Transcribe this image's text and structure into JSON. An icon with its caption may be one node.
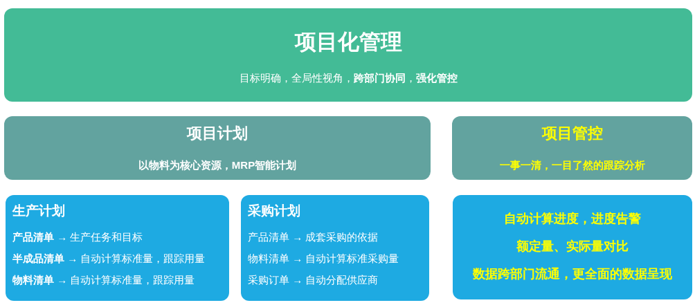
{
  "diagram": {
    "nodes": [
      {
        "text": [
          "项目化管理",
          "目标明确，全局性视角，**跨部门协同**，**强化管控**"
        ]
      },
      {
        "text": [
          "项目计划",
          "以物料为核心资源，MRP智能计划"
        ]
      },
      {
        "text": [
          "项目管控",
          "一事一清，一目了然的跟踪分析"
        ]
      },
      {
        "text": [
          "生产计划",
          "**产品清单** → 生产任务和目标",
          "**半成品清单** → 自动计算标准量，跟踪用量",
          "**物料清单** → 自动计算标准量，跟踪用量"
        ]
      },
      {
        "text": [
          "采购计划",
          "产品清单 → 成套采购的依据",
          "物料清单 → 自动计算标准采购量",
          "采购订单 → 自动分配供应商"
        ]
      },
      {
        "text": [
          "自动计算进度，进度告警",
          "额定量、实际量对比",
          "数据跨部门流通，更全面的数据呈现"
        ]
      }
    ]
  }
}
